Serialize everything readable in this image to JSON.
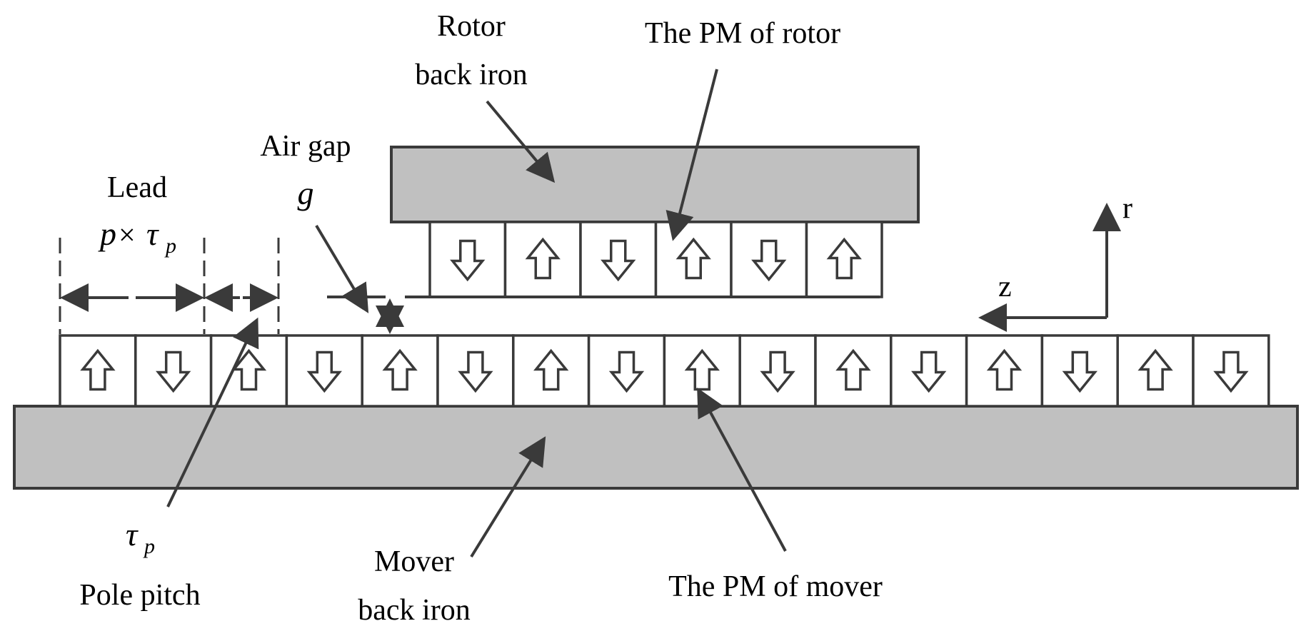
{
  "labels": {
    "rotor_back_iron_1": "Rotor",
    "rotor_back_iron_2": "back iron",
    "pm_rotor": "The PM of rotor",
    "air_gap": "Air gap",
    "air_gap_symbol": "g",
    "lead": "Lead",
    "lead_p": "p",
    "lead_times": "×",
    "lead_tau": "τ",
    "lead_sub": "p",
    "axis_r": "r",
    "axis_z": "z",
    "tau_symbol": "τ",
    "tau_sub": "p",
    "pole_pitch": "Pole pitch",
    "mover_back_iron_1": "Mover",
    "mover_back_iron_2": "back iron",
    "pm_mover": "The PM of mover"
  },
  "rotor_magnets": [
    "down",
    "up",
    "down",
    "up",
    "down",
    "up"
  ],
  "mover_magnets": [
    "up",
    "down",
    "up",
    "down",
    "up",
    "down",
    "up",
    "down",
    "up",
    "down",
    "up",
    "down",
    "up",
    "down",
    "up",
    "down"
  ],
  "colors": {
    "iron": "#c0c0c0",
    "stroke": "#3a3a3a"
  }
}
